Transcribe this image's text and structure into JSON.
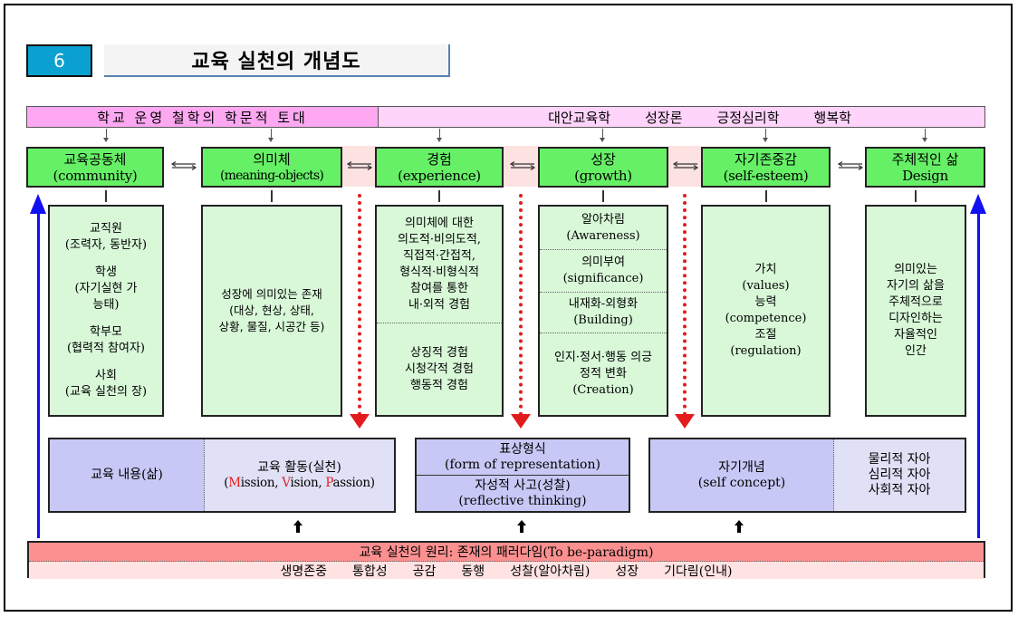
{
  "header": {
    "number": "6",
    "title": "교육 실천의 개념도"
  },
  "foundation": {
    "left_label": "학교 운영 철학의 학문적 토대",
    "right_items": [
      "대안교육학",
      "성장론",
      "긍정심리학",
      "행복학"
    ]
  },
  "concepts": [
    {
      "ko": "교육공동체",
      "en": "(community)"
    },
    {
      "ko": "의미체",
      "en": "(meaning-objects)"
    },
    {
      "ko": "경험",
      "en": "(experience)"
    },
    {
      "ko": "성장",
      "en": "(growth)"
    },
    {
      "ko": "자기존중감",
      "en": "(self-esteem)"
    },
    {
      "ko": "주체적인 삶",
      "en": "Design"
    }
  ],
  "details": {
    "community": [
      {
        "title": "교직원",
        "sub": "(조력자, 동반자)"
      },
      {
        "title": "학생",
        "sub": "(자기실현 가능태)"
      },
      {
        "title": "학부모",
        "sub": "(협력적 참여자)"
      },
      {
        "title": "사회",
        "sub": "(교육 실천의 장)"
      }
    ],
    "meaning_objects": [
      "성장에 의미있는 존재",
      "(대상, 현상, 상태,",
      "상황, 물질, 시공간 등)"
    ],
    "experience": {
      "top": [
        "의미체에 대한",
        "의도적·비의도적,",
        "직접적·간접적,",
        "형식적·비형식적",
        "참여를 통한",
        "내·외적 경험"
      ],
      "bottom": [
        "상징적 경험",
        "시청각적 경험",
        "행동적 경험"
      ]
    },
    "growth": [
      {
        "ko": "알아차림",
        "en": "(Awareness)"
      },
      {
        "ko": "의미부여",
        "en": "(significance)"
      },
      {
        "ko": "내재화-외형화",
        "en": "(Building)"
      },
      {
        "ko": "인지·정서·행동 의긍정적 변화",
        "en": "(Creation)"
      }
    ],
    "self_esteem": [
      "가치",
      "(values)",
      "능력",
      "(competence)",
      "조절",
      "(regulation)"
    ],
    "design": [
      "의미있는",
      "자기의 삶을",
      "주체적으로",
      "디자인하는",
      "자율적인",
      "인간"
    ]
  },
  "bottom": {
    "content_label": "교육 내용(삶)",
    "activity_label": "교육 활동(실천)",
    "activity_mvp": {
      "m": "M",
      "m_rest": "ission, ",
      "v": "V",
      "v_rest": "ision, ",
      "p": "P",
      "p_rest": "assion)",
      "open": "("
    },
    "representation_ko": "표상형식",
    "representation_en": "(form of representation)",
    "reflective_ko": "자성적 사고(성찰)",
    "reflective_en": "(reflective thinking)",
    "self_concept_ko": "자기개념",
    "self_concept_en": "(self concept)",
    "selves": [
      "물리적 자아",
      "심리적 자아",
      "사회적 자아"
    ]
  },
  "principle": {
    "title": "교육 실천의 원리: 존재의 패러다임(To be-paradigm)",
    "values": [
      "생명존중",
      "통합성",
      "공감",
      "동행",
      "성찰(알아차림)",
      "성장",
      "기다림(인내)"
    ]
  },
  "colors": {
    "badge": "#0aa0d0",
    "concept_green": "#66f066",
    "detail_green": "#d8f8d8",
    "foundation_pink": "#ffa8f2",
    "foundation_light": "#ffd4fb",
    "bottom_dark": "#c8c8f6",
    "bottom_light": "#e0e0f6",
    "principle_red": "#fc9090",
    "principle_light": "#ffe2e2",
    "arrow_red": "#e21c1c",
    "arrow_blue": "#1010f0"
  }
}
